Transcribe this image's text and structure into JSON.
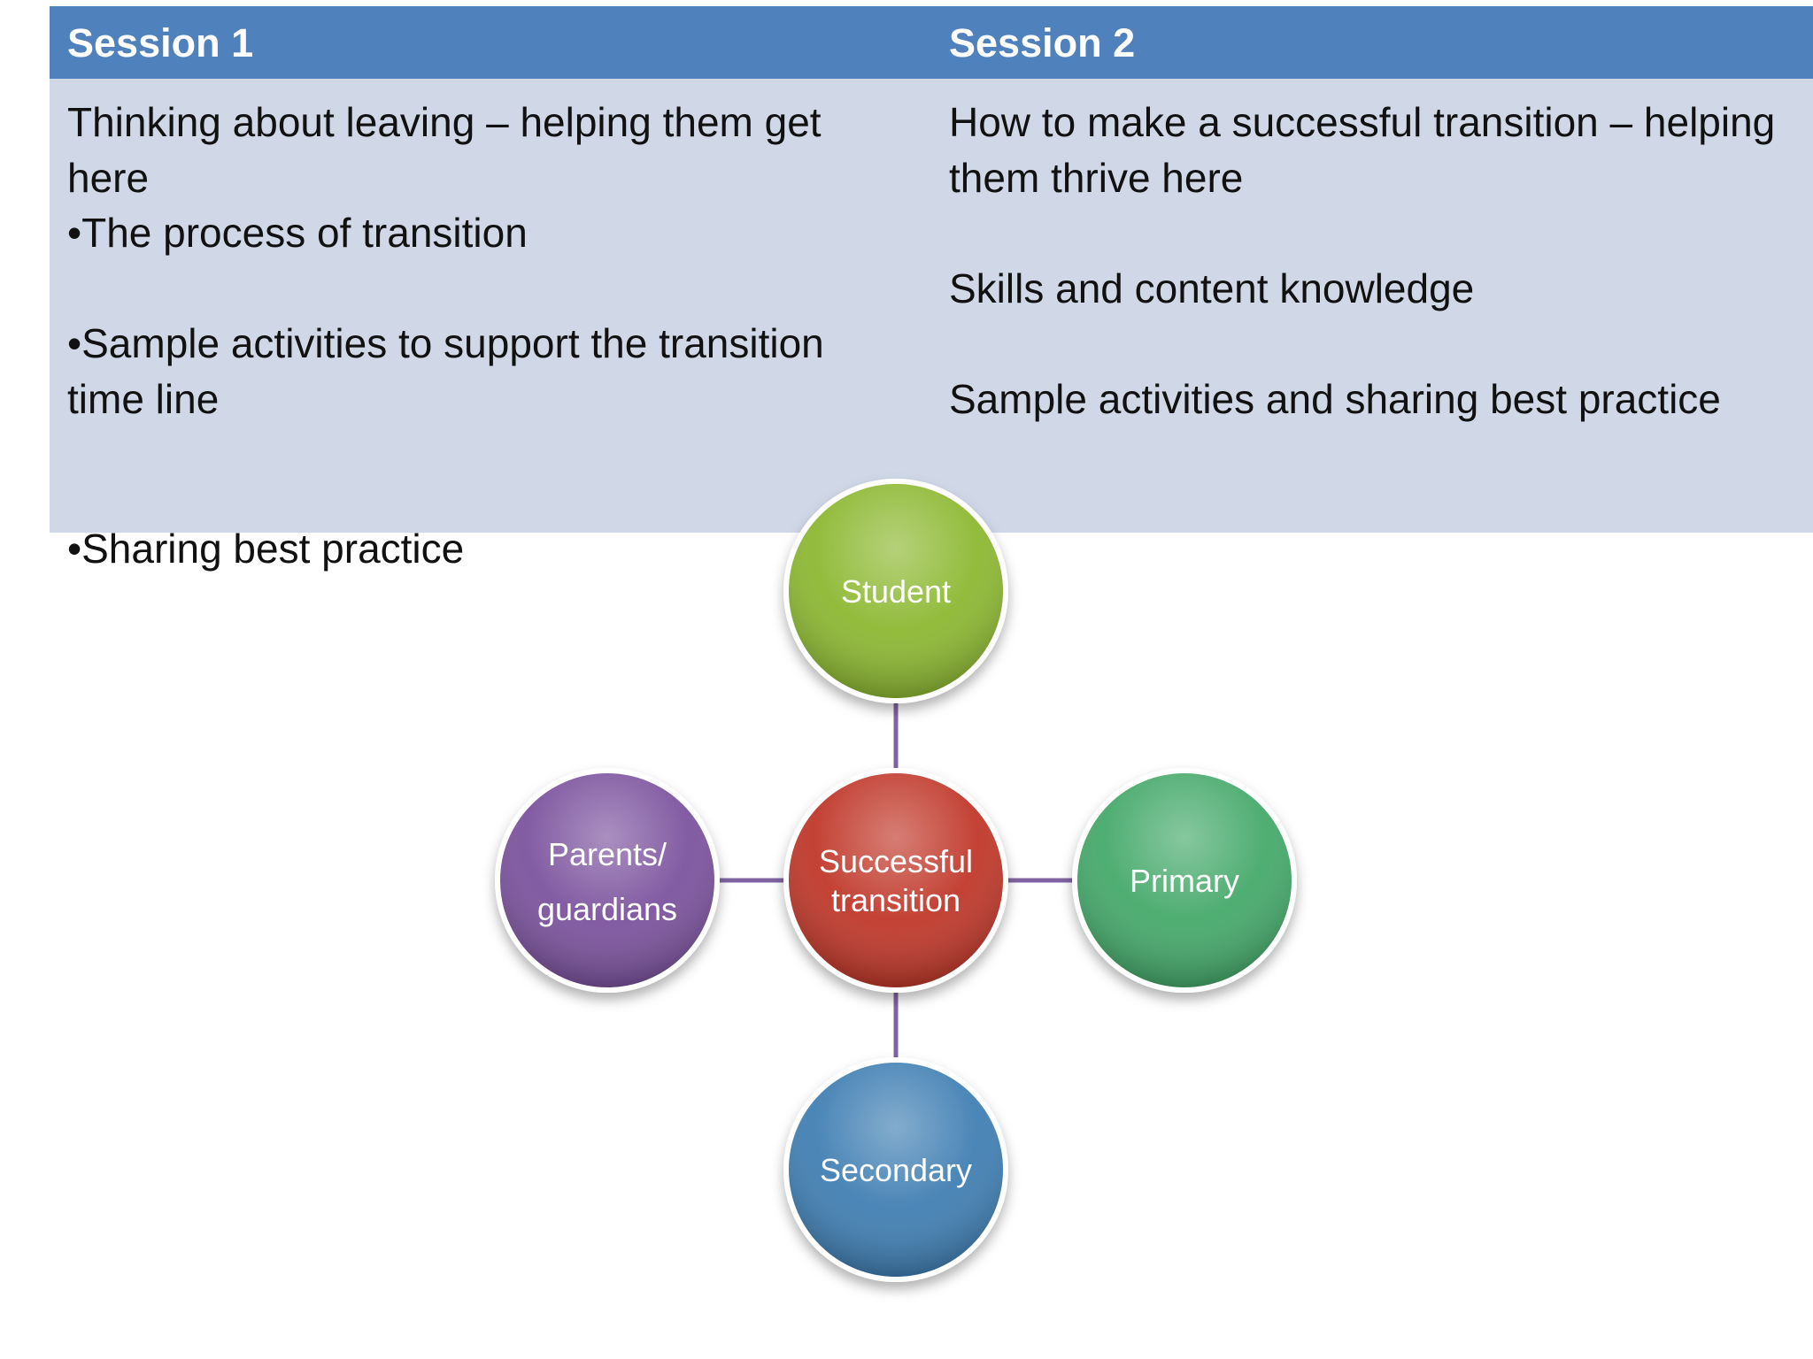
{
  "session_1": {
    "title": "Session 1",
    "lines": [
      "Thinking about leaving – helping them get",
      "here",
      "•The process of transition",
      "",
      "•Sample activities to support the transition",
      "time line",
      "",
      "•Sharing best practice"
    ]
  },
  "session_2": {
    "title": "Session 2",
    "lines": [
      "How to make a successful transition – helping",
      "them thrive here",
      "",
      "Skills and content knowledge",
      "",
      "Sample activities and sharing best practice"
    ]
  },
  "diagram": {
    "center": {
      "label_1": "Successful",
      "label_2": "transition",
      "color": "#c0392b"
    },
    "top": {
      "label": "Student",
      "color": "#8db832"
    },
    "left": {
      "label_1": "Parents/",
      "label_2": "guardians",
      "color": "#7b539e"
    },
    "right": {
      "label": "Primary",
      "color": "#45a96a"
    },
    "bottom": {
      "label": "Secondary",
      "color": "#3f7fb3"
    },
    "connector_color": "#8064a2"
  }
}
